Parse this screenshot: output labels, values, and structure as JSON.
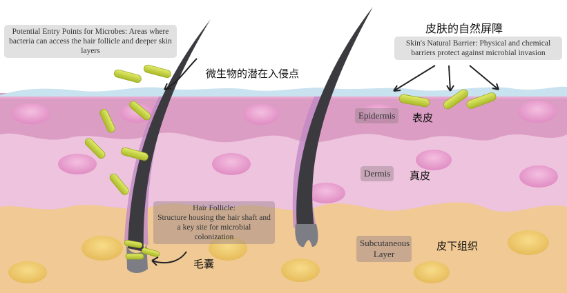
{
  "title_cn": "皮肤的自然屏障",
  "barrier_note": "Skin's Natural Barrier: Physical and chemical barriers protect against microbial invasion",
  "entry_note": "Potential Entry Points for Microbes: Areas where bacteria can access the hair follicle and deeper skin layers",
  "entry_cn": "微生物的潜在入侵点",
  "follicle_title": "Hair Follicle:",
  "follicle_note": "Structure housing the hair shaft and a key site for microbial colonization",
  "follicle_cn": "毛囊",
  "layers": [
    {
      "label": "Epidermis",
      "cn": "表皮"
    },
    {
      "label": "Dermis",
      "cn": "真皮"
    },
    {
      "label": "Subcutaneous Layer",
      "cn": "皮下组织"
    }
  ],
  "colors": {
    "epidermis": "#dc9dc4",
    "dermis": "#eec3de",
    "subcutaneous": "#f0c994",
    "surface": "#c9e2ef",
    "bacteria": "#c8d636",
    "hair": "#3a3a3f"
  }
}
